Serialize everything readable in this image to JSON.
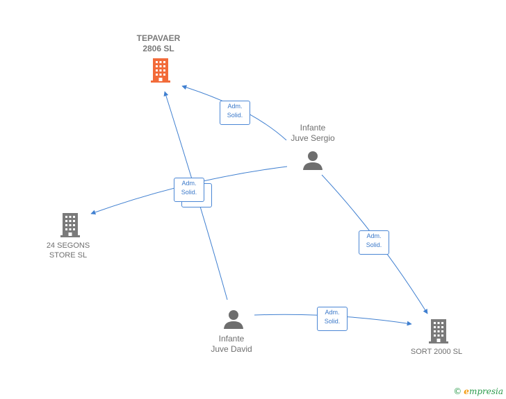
{
  "nodes": {
    "tepavaer": {
      "line1": "TEPAVAER",
      "line2": "2806  SL"
    },
    "segons": {
      "line1": "24 SEGONS",
      "line2": "STORE  SL"
    },
    "sort": {
      "line1": "SORT 2000 SL"
    },
    "sergio": {
      "line1": "Infante",
      "line2": "Juve Sergio"
    },
    "david": {
      "line1": "Infante",
      "line2": "Juve David"
    }
  },
  "relations": {
    "r1": {
      "line1": "Adm.",
      "line2": "Solid."
    },
    "r2": {
      "line1": "Adm.",
      "line2": "Solid."
    },
    "r3": {
      "line1": "Adm.",
      "line2": "Solid."
    },
    "r4": {
      "line1": "Adm.",
      "line2": "Solid."
    },
    "r5": {
      "line1": "Adm.",
      "line2": "Solid."
    }
  },
  "colors": {
    "edge": "#3f7fd0",
    "company": "#7a7a7a",
    "focus_company": "#f26b3a",
    "person": "#6e6e6e"
  },
  "branding": {
    "copyright": "©",
    "name_first": "e",
    "name_rest": "mpresia"
  }
}
